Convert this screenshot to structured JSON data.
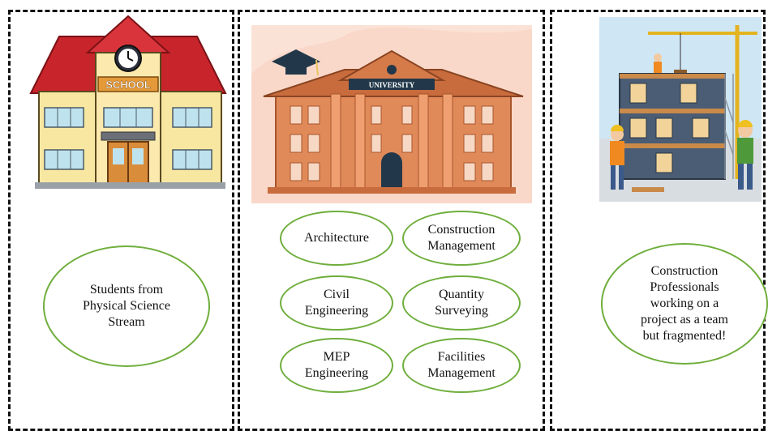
{
  "school": {
    "sign": "SCHOOL",
    "caption": "Students from\nPhysical Science\nStream"
  },
  "university": {
    "sign": "UNIVERSITY",
    "disciplines": [
      "Architecture",
      "Construction\nManagement",
      "Civil\nEngineering",
      "Quantity\nSurveying",
      "MEP\nEngineering",
      "Facilities\nManagement"
    ]
  },
  "industry": {
    "caption": "Construction\nProfessionals\nworking on a\nproject as a team\nbut fragmented!"
  },
  "colors": {
    "oval_border": "#6fae3c",
    "school_roof": "#c8242b",
    "school_wall": "#f7e7a1",
    "university_bg": "#fbe2d6",
    "university_building": "#e08a5a"
  }
}
